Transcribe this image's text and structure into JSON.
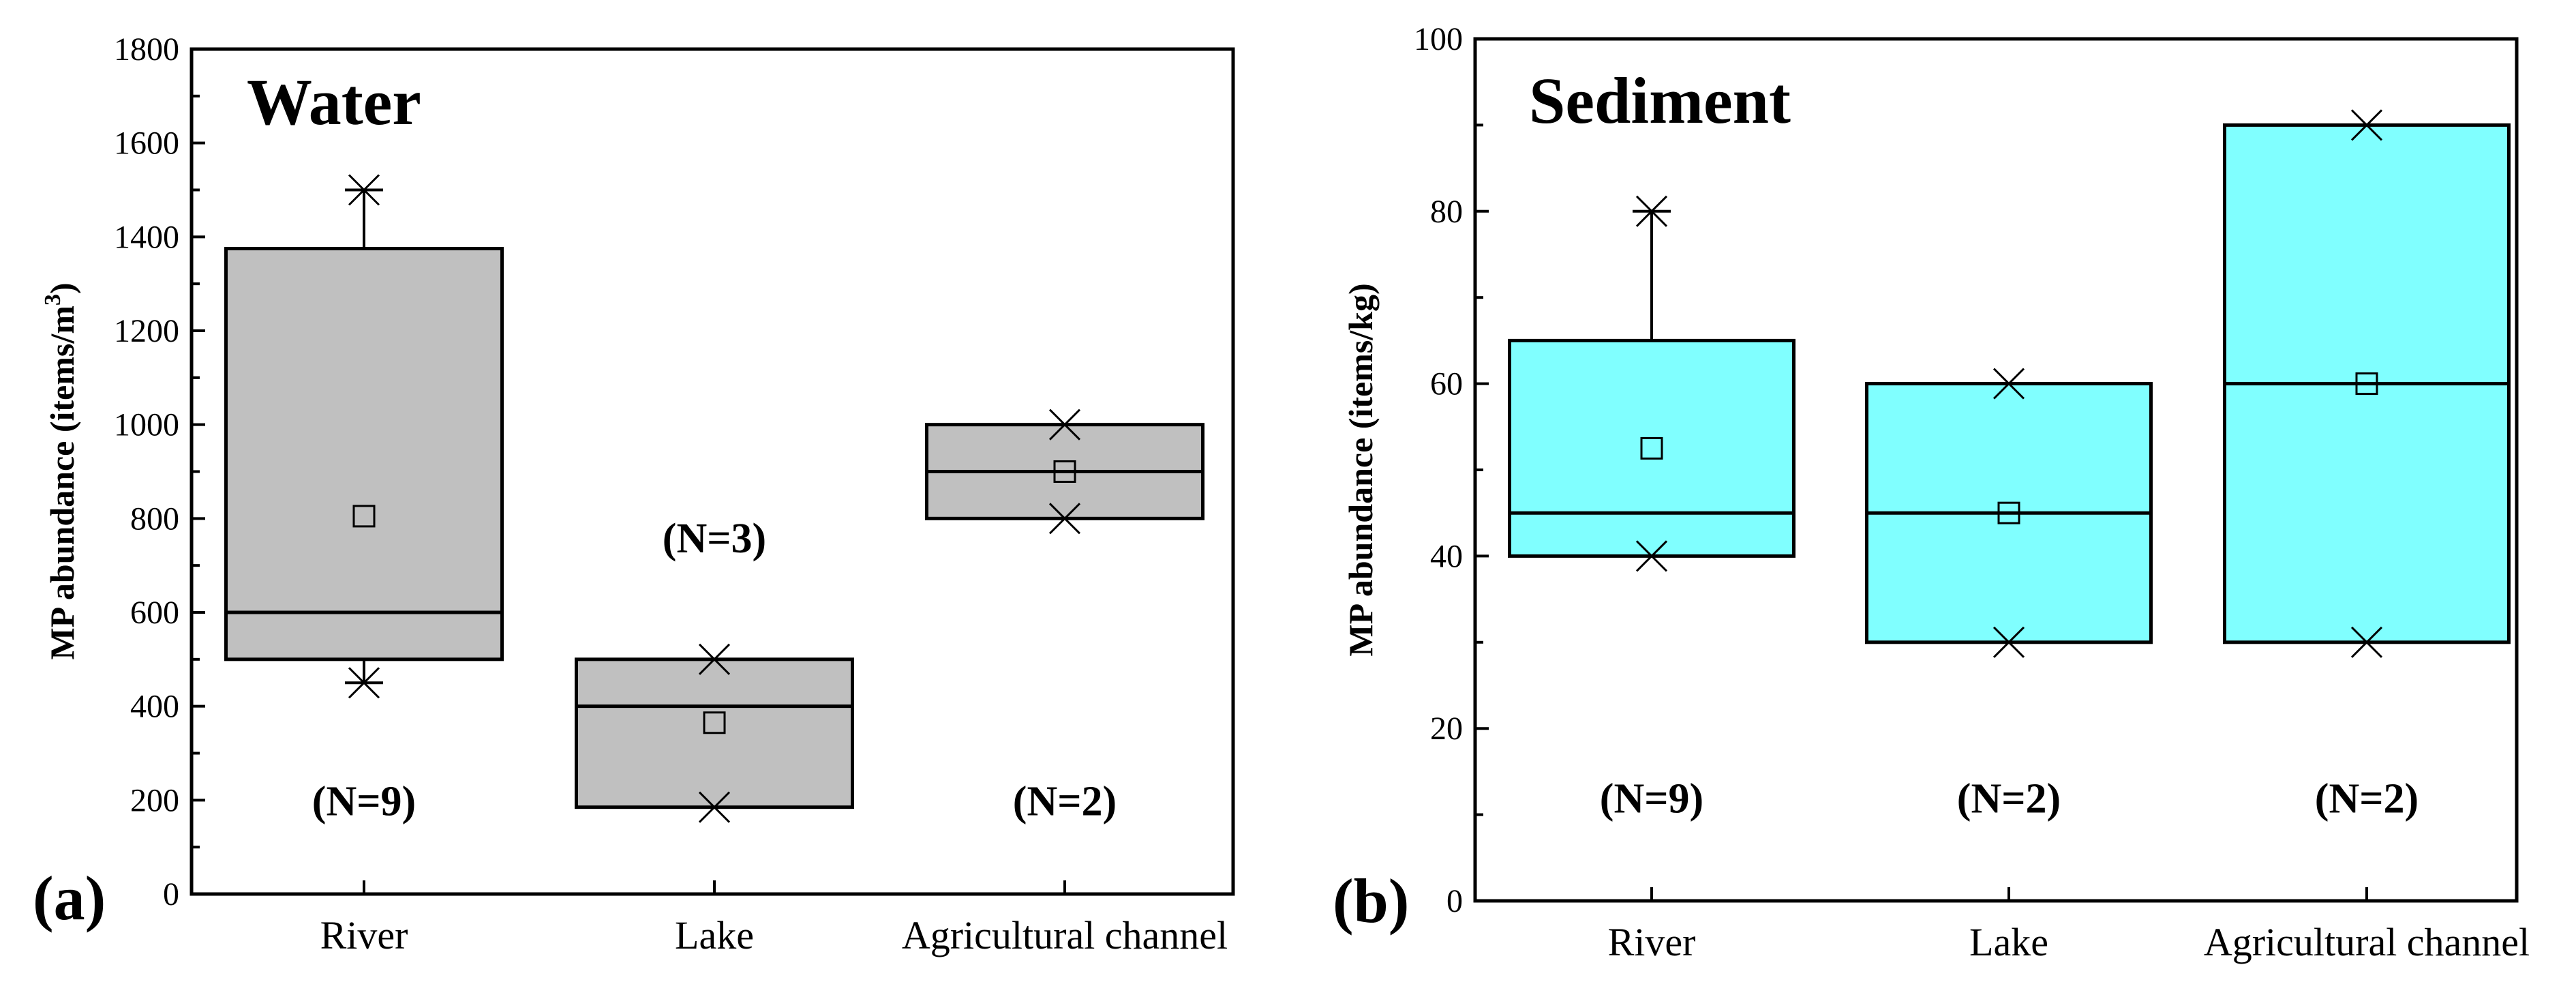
{
  "chart_data": [
    {
      "type": "box",
      "panel_letter": "(a)",
      "title": "Water",
      "ylabel": "MP abundance (items/m",
      "ylabel_sup": "3",
      "ylabel_close": ")",
      "ylim": [
        0,
        1800
      ],
      "y_major_ticks": [
        0,
        200,
        400,
        600,
        800,
        1000,
        1200,
        1400,
        1600,
        1800
      ],
      "y_minor_step": 100,
      "box_color": "#c0c0c0",
      "categories": [
        "River",
        "Lake",
        "Agricultural channel"
      ],
      "boxes": [
        {
          "category": "River",
          "q1": 500,
          "median": 600,
          "q3": 1375,
          "mean": 805,
          "whisker_low": 450,
          "whisker_high": 1500,
          "min_marker": 450,
          "max_marker": 1500,
          "n_label": "(N=9)",
          "n_value": 200
        },
        {
          "category": "Lake",
          "q1": 185,
          "median": 400,
          "q3": 500,
          "mean": 365,
          "min_marker": 185,
          "max_marker": 500,
          "n_label": "(N=3)",
          "n_value": 760
        },
        {
          "category": "Agricultural channel",
          "q1": 800,
          "median": 900,
          "q3": 1000,
          "mean": 900,
          "min_marker": 800,
          "max_marker": 1000,
          "n_label": "(N=2)",
          "n_value": 200
        }
      ]
    },
    {
      "type": "box",
      "panel_letter": "(b)",
      "title": "Sediment",
      "ylabel": "MP abundance (items/kg)",
      "ylim": [
        0,
        100
      ],
      "y_major_ticks": [
        0,
        20,
        40,
        60,
        80,
        100
      ],
      "y_minor_step": 10,
      "box_color": "#80ffff",
      "categories": [
        "River",
        "Lake",
        "Agricultural channel"
      ],
      "boxes": [
        {
          "category": "River",
          "q1": 40,
          "median": 45,
          "q3": 65,
          "mean": 52.5,
          "whisker_high": 80,
          "min_marker": 40,
          "max_marker": 80,
          "n_label": "(N=9)",
          "n_value": 12
        },
        {
          "category": "Lake",
          "q1": 30,
          "median": 45,
          "q3": 60,
          "mean": 45,
          "min_marker": 30,
          "max_marker": 60,
          "n_label": "(N=2)",
          "n_value": 12
        },
        {
          "category": "Agricultural channel",
          "q1": 30,
          "median": 60,
          "q3": 90,
          "mean": 60,
          "min_marker": 30,
          "max_marker": 90,
          "n_label": "(N=2)",
          "n_value": 12
        }
      ]
    }
  ]
}
